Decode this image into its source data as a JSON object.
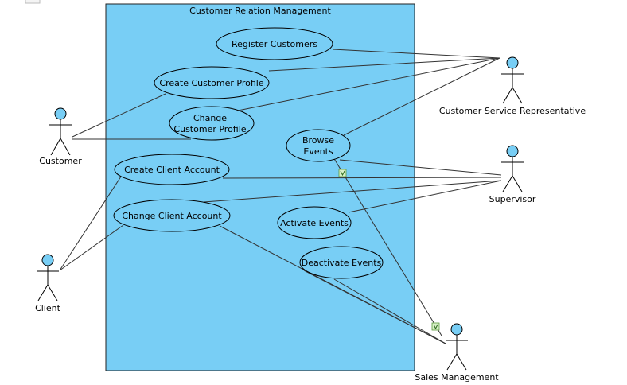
{
  "system": {
    "title": "Customer Relation Management",
    "fill": "#78cef5"
  },
  "use_cases": {
    "register": [
      "Register Customers"
    ],
    "create_profile": [
      "Create Customer Profile"
    ],
    "change_profile": [
      "Change",
      "Customer Profile"
    ],
    "browse": [
      "Browse",
      "Events"
    ],
    "create_account": [
      "Create Client Account"
    ],
    "change_account": [
      "Change Client Account"
    ],
    "activate": [
      "Activate Events"
    ],
    "deactivate": [
      "Deactivate Events"
    ]
  },
  "actors": {
    "customer": "Customer",
    "client": "Client",
    "csr": "Customer Service Representative",
    "supervisor": "Supervisor",
    "sales": "Sales Management"
  },
  "colors": {
    "actor_head": "#78cef5",
    "line": "#333333"
  }
}
